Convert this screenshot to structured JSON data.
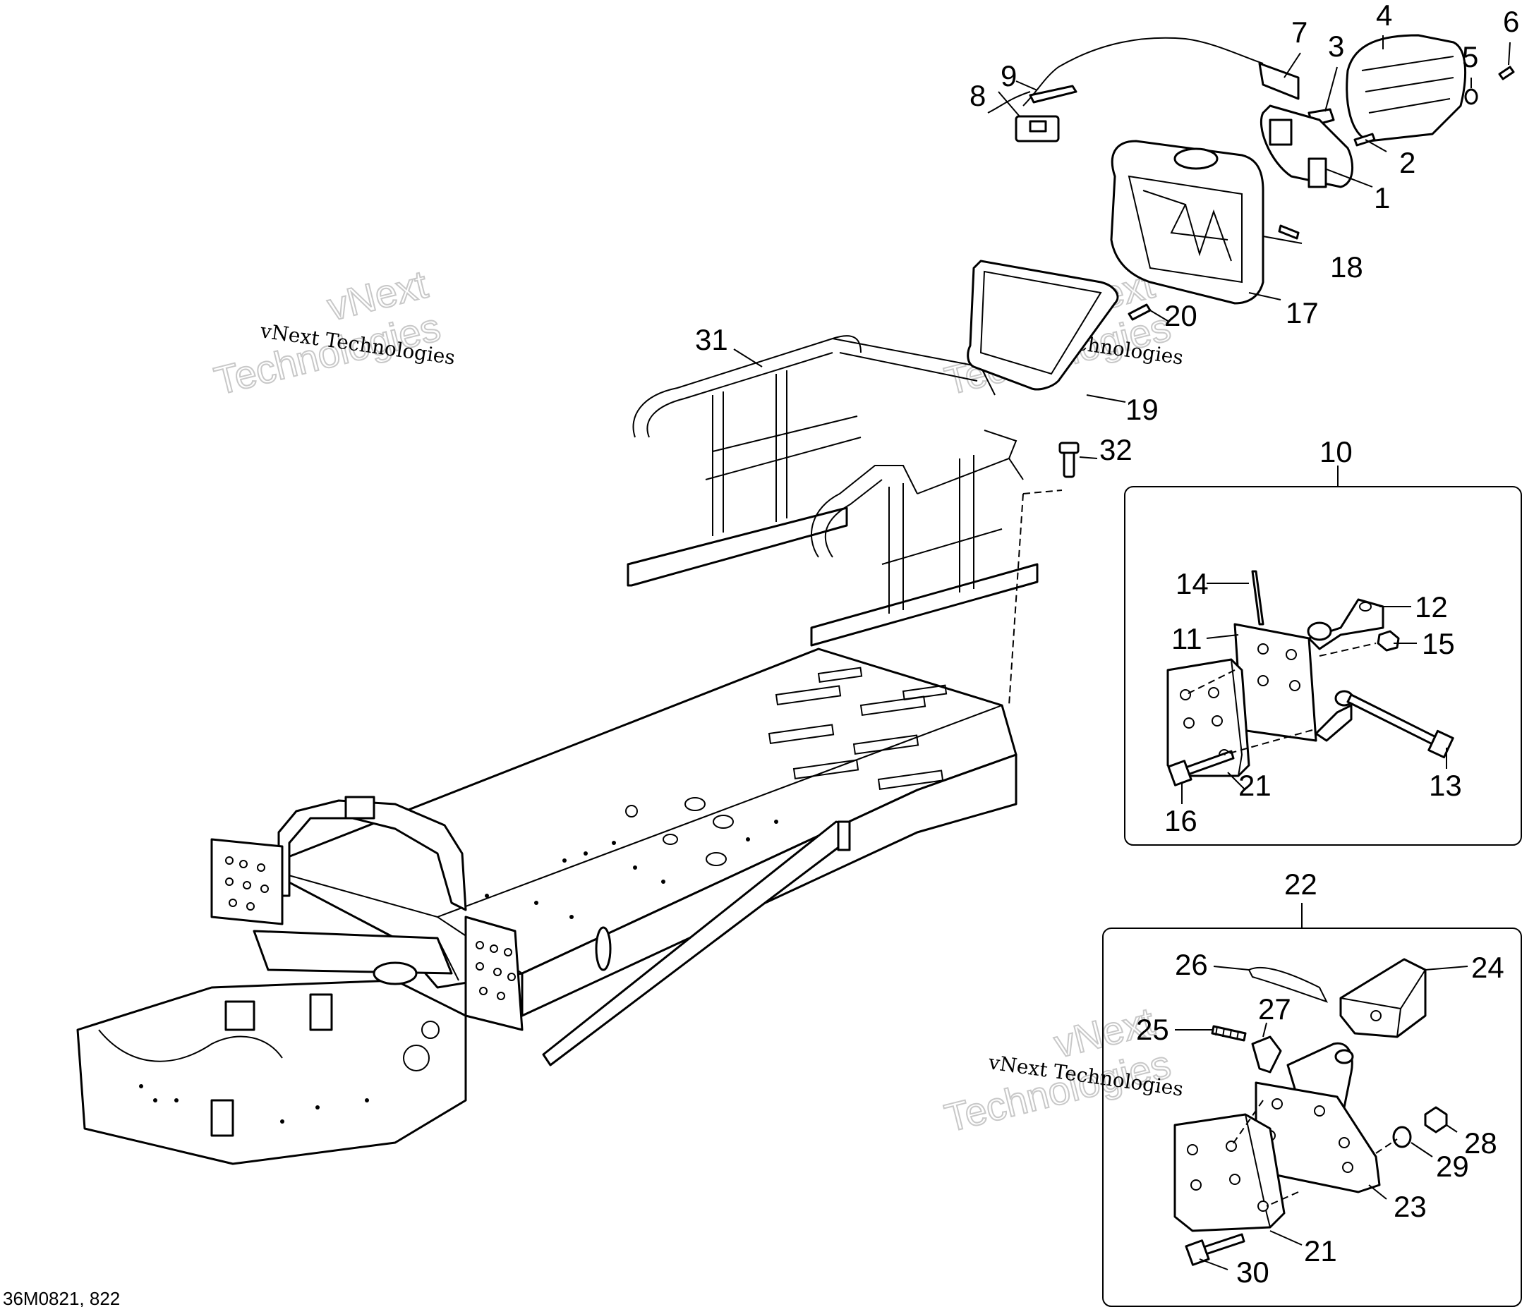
{
  "drawing_code": "36M0821, 822",
  "watermark": {
    "small_text": "vNext Technologies",
    "big_line1": "vNext",
    "big_line2": "Technologies"
  },
  "callouts": {
    "c1": "1",
    "c2": "2",
    "c3": "3",
    "c4": "4",
    "c5": "5",
    "c6": "6",
    "c7": "7",
    "c8": "8",
    "c9": "9",
    "c10": "10",
    "c11": "11",
    "c12": "12",
    "c13": "13",
    "c14": "14",
    "c15": "15",
    "c16": "16",
    "c17": "17",
    "c18": "18",
    "c19": "19",
    "c20": "20",
    "c21a": "21",
    "c21b": "21",
    "c22": "22",
    "c23": "23",
    "c24": "24",
    "c25": "25",
    "c26": "26",
    "c27": "27",
    "c28": "28",
    "c29": "29",
    "c30": "30",
    "c31": "31",
    "c32": "32"
  }
}
